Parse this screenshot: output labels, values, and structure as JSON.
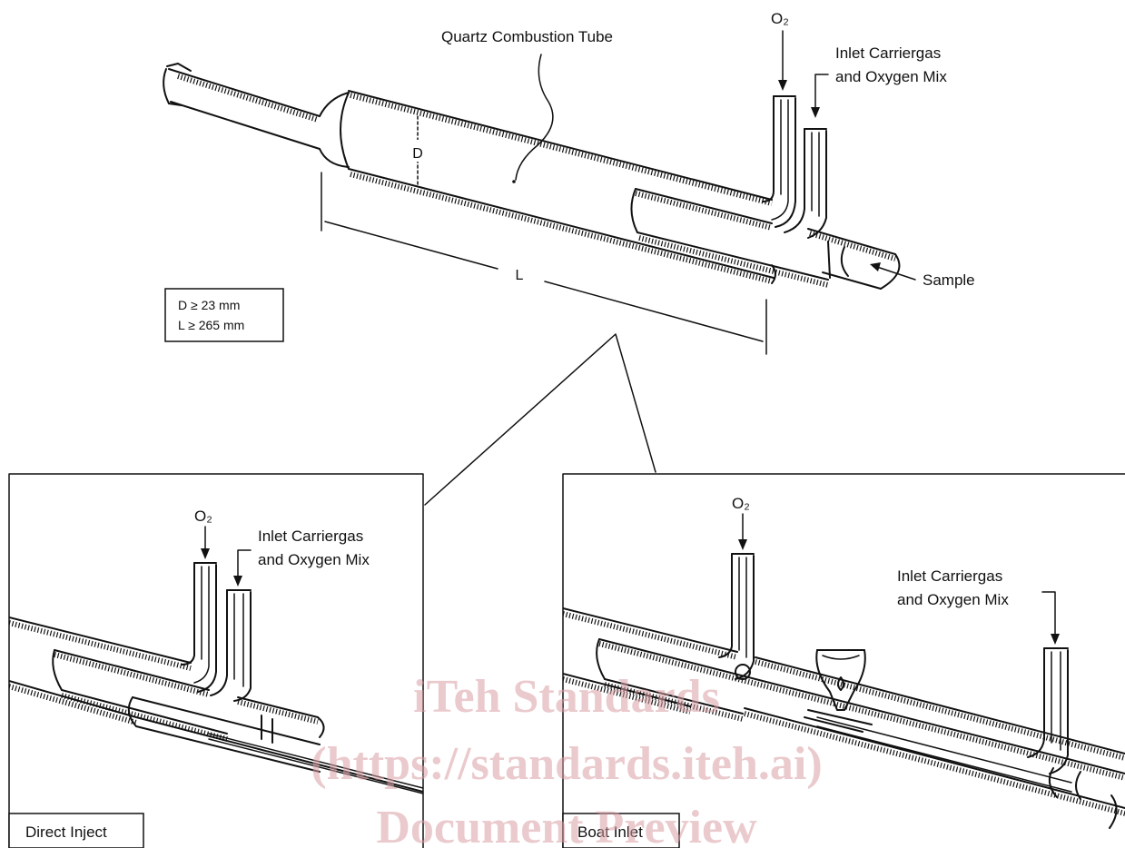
{
  "main_figure": {
    "tube_label": "Quartz Combustion Tube",
    "oxygen_label": "O₂",
    "inlet_label_line1": "Inlet Carriergas",
    "inlet_label_line2": "and Oxygen Mix",
    "sample_label": "Sample",
    "diameter_symbol": "D",
    "length_symbol": "L",
    "spec_box": {
      "line1": "D ≥ 23 mm",
      "line2": "L ≥ 265 mm"
    }
  },
  "direct_inject_panel": {
    "oxygen_label": "O₂",
    "inlet_label_line1": "Inlet Carriergas",
    "inlet_label_line2": "and Oxygen Mix",
    "caption": "Direct Inject"
  },
  "boat_inlet_panel": {
    "oxygen_label": "O₂",
    "inlet_label_line1": "Inlet Carriergas",
    "inlet_label_line2": "and Oxygen Mix",
    "caption": "Boat Inlet"
  },
  "watermark": {
    "line1": "iTeh Standards",
    "line2": "(https://standards.iteh.ai)",
    "line3": "Document Preview"
  },
  "colors": {
    "ink": "#111111",
    "watermark": "#d9a0a6",
    "background": "#ffffff"
  }
}
